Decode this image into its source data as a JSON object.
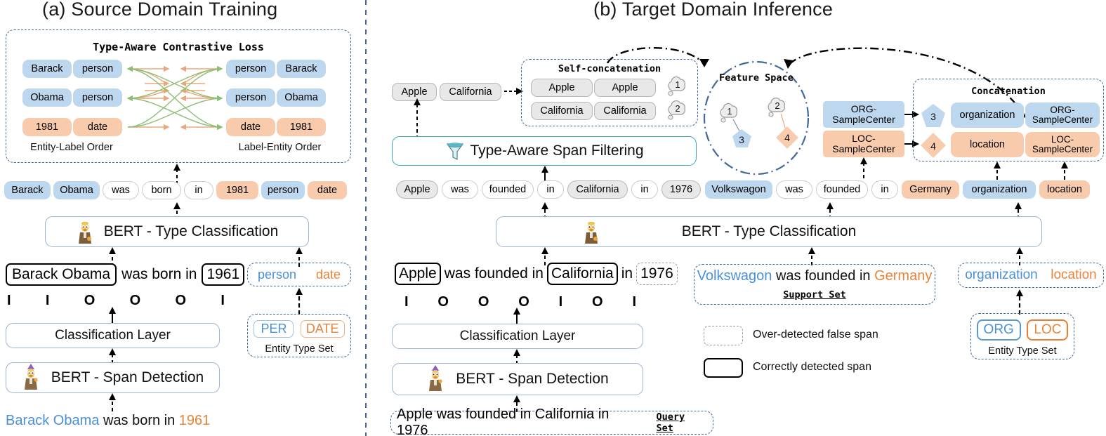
{
  "panels": {
    "a": {
      "title": "(a) Source Domain Training",
      "contrastive": {
        "heading": "Type-Aware Contrastive Loss",
        "left_caption": "Entity-Label Order",
        "right_caption": "Label-Entity Order",
        "left_rows": [
          {
            "entity": "Barack",
            "label": "person",
            "color": "blue"
          },
          {
            "entity": "Obama",
            "label": "person",
            "color": "blue"
          },
          {
            "entity": "1981",
            "label": "date",
            "color": "orange"
          }
        ],
        "right_rows": [
          {
            "label": "person",
            "entity": "Barack",
            "color": "blue"
          },
          {
            "label": "person",
            "entity": "Obama",
            "color": "blue"
          },
          {
            "label": "date",
            "entity": "1981",
            "color": "orange"
          }
        ]
      },
      "token_row": [
        {
          "text": "Barack",
          "style": "blue"
        },
        {
          "text": "Obama",
          "style": "blue"
        },
        {
          "text": "was",
          "style": "white"
        },
        {
          "text": "born",
          "style": "white"
        },
        {
          "text": "in",
          "style": "white"
        },
        {
          "text": "1981",
          "style": "orange"
        },
        {
          "text": "person",
          "style": "blue"
        },
        {
          "text": "date",
          "style": "orange"
        }
      ],
      "bert_type": "BERT - Type Classification",
      "bert_span": "BERT - Span Detection",
      "classification_layer": "Classification Layer",
      "detected_sentence": {
        "span1": "Barack Obama",
        "middle": "was born in",
        "span2": "1961"
      },
      "bio_tags": [
        "I",
        "I",
        "O",
        "O",
        "O",
        "I"
      ],
      "type_hint": {
        "left": "person",
        "right": "date"
      },
      "entity_type_set": {
        "caption": "Entity Type Set",
        "items": [
          {
            "label": "PER",
            "color": "#4a90d9"
          },
          {
            "label": "DATE",
            "color": "#e8833a"
          }
        ]
      },
      "input_sentence": {
        "entity": "Barack Obama",
        "middle": "was born in",
        "date": "1961"
      }
    },
    "b": {
      "title": "(b) Target Domain Inference",
      "filtered_spans": [
        "Apple",
        "California"
      ],
      "self_concat": {
        "heading": "Self-concatenation",
        "rows": [
          {
            "left": "Apple",
            "right": "Apple",
            "marker": "1"
          },
          {
            "left": "California",
            "right": "California",
            "marker": "2"
          }
        ]
      },
      "span_filtering": "Type-Aware Span Filtering",
      "feature_space": {
        "heading": "Feature Space",
        "points": [
          {
            "id": "1",
            "shape": "cloud"
          },
          {
            "id": "2",
            "shape": "cloud"
          },
          {
            "id": "3",
            "shape": "pentagon",
            "color": "#bdd7ee"
          },
          {
            "id": "4",
            "shape": "diamond",
            "color": "#f8cbad"
          }
        ]
      },
      "sample_centers": [
        {
          "text": "ORG-\nSampleCenter",
          "line1": "ORG-",
          "line2": "SampleCenter",
          "color": "blue",
          "marker": "3"
        },
        {
          "text": "LOC-\nSampleCenter",
          "line1": "LOC-",
          "line2": "SampleCenter",
          "color": "orange",
          "marker": "4"
        }
      ],
      "concatenation": {
        "heading": "Concatenation",
        "rows": [
          {
            "marker": "3",
            "left": "organization",
            "right_line1": "ORG-",
            "right_line2": "SampleCenter",
            "color": "blue"
          },
          {
            "marker": "4",
            "left": "location",
            "right_line1": "LOC-",
            "right_line2": "SampleCenter",
            "color": "orange"
          }
        ]
      },
      "token_row_left": [
        {
          "text": "Apple",
          "style": "gray"
        },
        {
          "text": "was",
          "style": "white"
        },
        {
          "text": "founded",
          "style": "white"
        },
        {
          "text": "in",
          "style": "white"
        },
        {
          "text": "California",
          "style": "gray"
        },
        {
          "text": "in",
          "style": "white"
        },
        {
          "text": "1976",
          "style": "gray"
        }
      ],
      "token_row_right": [
        {
          "text": "Volkswagon",
          "style": "blue"
        },
        {
          "text": "was",
          "style": "white"
        },
        {
          "text": "founded",
          "style": "white"
        },
        {
          "text": "in",
          "style": "white"
        },
        {
          "text": "Germany",
          "style": "orange"
        },
        {
          "text": "organization",
          "style": "blue"
        },
        {
          "text": "location",
          "style": "orange"
        }
      ],
      "bert_type": "BERT - Type Classification",
      "bert_span": "BERT - Span Detection",
      "classification_layer": "Classification Layer",
      "detected_sentence": {
        "span1": "Apple",
        "mid1": "was founded in",
        "span2": "California",
        "mid2": "in",
        "span3": "1976"
      },
      "bio_tags": [
        "I",
        "O",
        "O",
        "O",
        "I",
        "O",
        "I"
      ],
      "support_set": {
        "entity": "Volkswagon",
        "middle": "was founded in",
        "location": "Germany",
        "caption": "Support Set"
      },
      "type_hint": {
        "left": "organization",
        "right": "location"
      },
      "entity_type_set": {
        "caption": "Entity Type Set",
        "items": [
          {
            "label": "ORG",
            "color": "#4a90d9"
          },
          {
            "label": "LOC",
            "color": "#e8833a"
          }
        ]
      },
      "query_set": {
        "sentence": "Apple was founded in California in 1976",
        "caption": "Query Set"
      },
      "legend": [
        {
          "style": "dashed",
          "text": "Over-detected false span"
        },
        {
          "style": "solid",
          "text": "Correctly detected span"
        }
      ]
    }
  },
  "colors": {
    "blue_chip": "#bdd7ee",
    "orange_chip": "#f8cbad",
    "blue_text": "#4a90d9",
    "orange_text": "#e8833a",
    "dash_blue": "#41679c",
    "teal": "#35a8b5",
    "arrow_orange": "#e8a87c",
    "arrow_green": "#8cbf73"
  }
}
